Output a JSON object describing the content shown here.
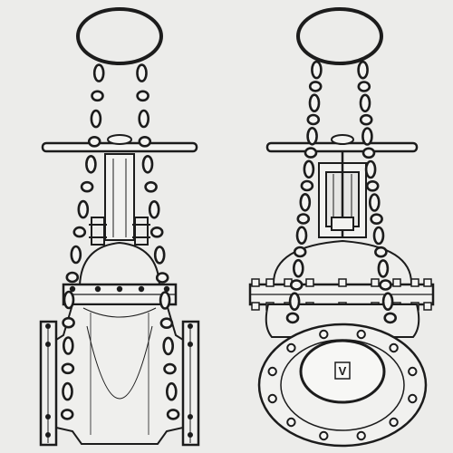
{
  "figure": {
    "views": [
      {
        "id": "side",
        "name": ""
      },
      {
        "id": "front",
        "name": ""
      }
    ],
    "body_letter": "V",
    "colors": {
      "ink": "#1c1c1c",
      "paper": "#ececea",
      "ghost": "#c9c9c6"
    },
    "chain_links_per_side": 16,
    "front_flange_bolts": 12
  }
}
